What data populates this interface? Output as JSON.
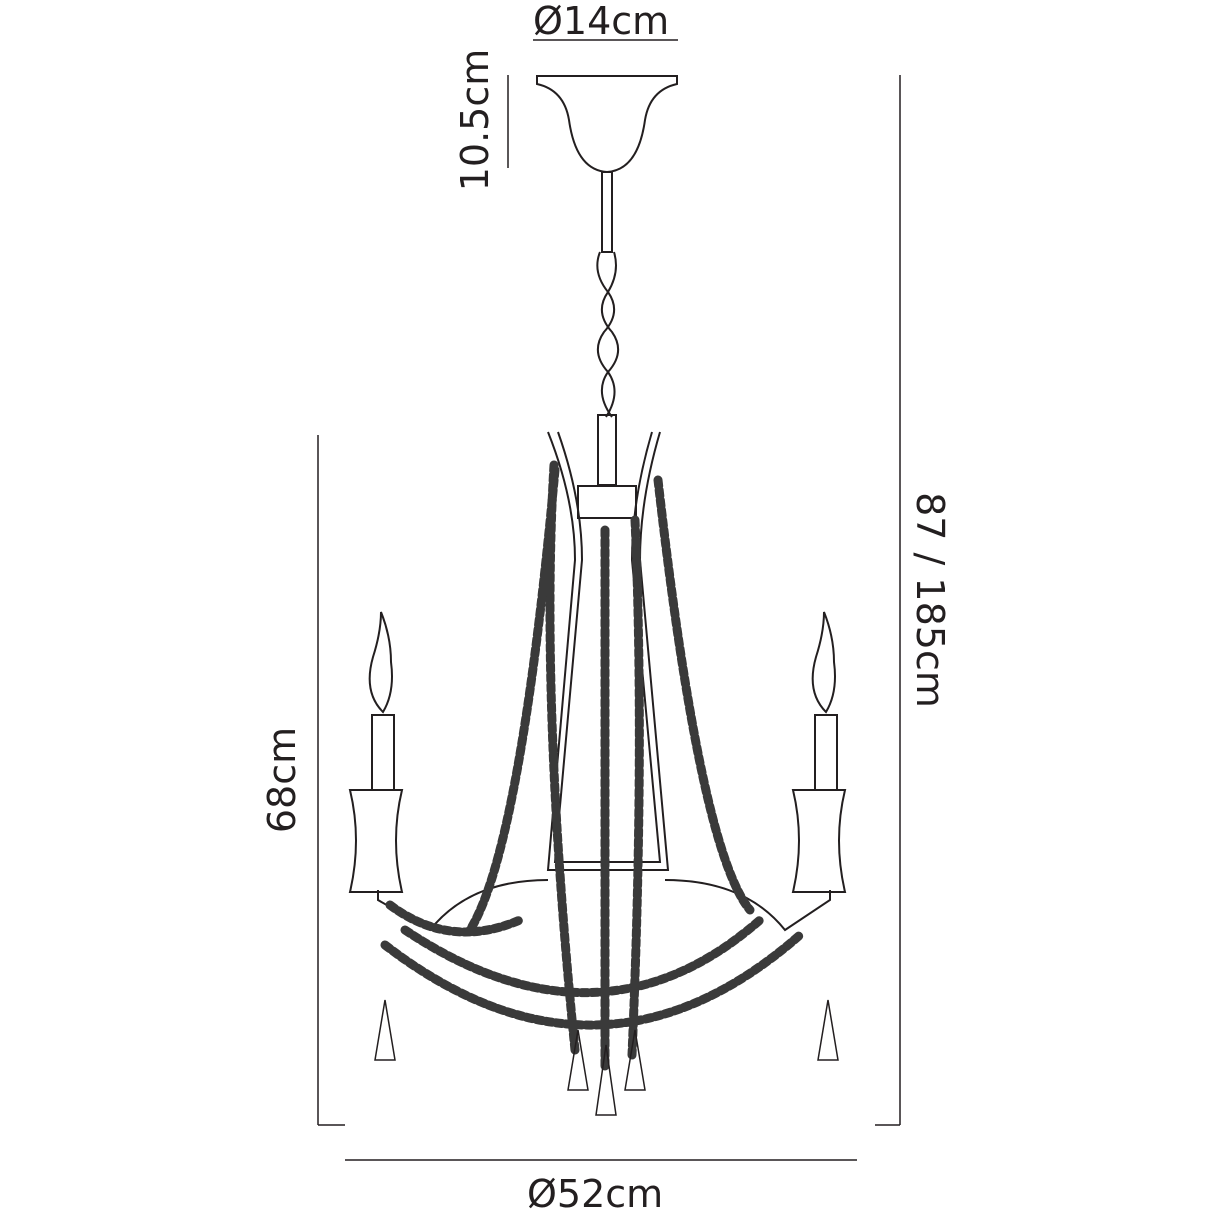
{
  "dimensions": {
    "canopy_diameter": "Ø14cm",
    "canopy_height": "10.5cm",
    "body_height": "68cm",
    "overall_height": "87 / 185cm",
    "overall_diameter": "Ø52cm"
  },
  "colors": {
    "line": "#231f20",
    "bead": "#3a3a3a"
  }
}
